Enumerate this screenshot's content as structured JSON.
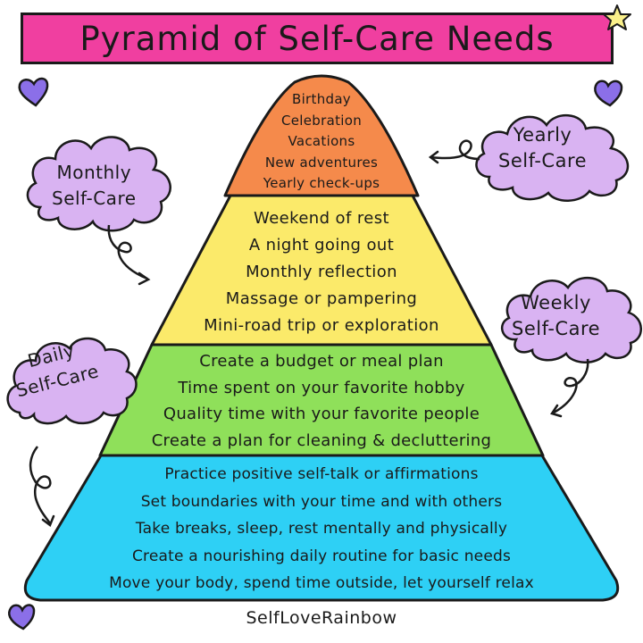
{
  "title": "Pyramid of Self-Care Needs",
  "colors": {
    "banner": "#f03fa0",
    "yearly_tier": "#f58a4b",
    "monthly_tier": "#fbea6a",
    "weekly_tier": "#8fe05a",
    "daily_tier": "#2ed0f5",
    "cloud": "#d9b3f2",
    "heart": "#8b6fe8",
    "star": "#faf08a",
    "outline": "#1a1a1a"
  },
  "tiers": [
    {
      "name": "Yearly",
      "items": [
        "Birthday",
        "Celebration",
        "Vacations",
        "New adventures",
        "Yearly check-ups"
      ]
    },
    {
      "name": "Monthly",
      "items": [
        "Weekend of rest",
        "A night going out",
        "Monthly reflection",
        "Massage or pampering",
        "Mini-road trip or exploration"
      ]
    },
    {
      "name": "Weekly",
      "items": [
        "Create a budget or meal plan",
        "Time spent on your favorite hobby",
        "Quality time with your favorite people",
        "Create a plan for cleaning & decluttering"
      ]
    },
    {
      "name": "Daily",
      "items": [
        "Practice positive self-talk or affirmations",
        "Set boundaries with your time and with others",
        "Take breaks, sleep, rest mentally and physically",
        "Create a nourishing daily routine for basic needs",
        "Move your body, spend time outside, let yourself relax"
      ]
    }
  ],
  "clouds": {
    "yearly": {
      "line1": "Yearly",
      "line2": "Self-Care"
    },
    "monthly": {
      "line1": "Monthly",
      "line2": "Self-Care"
    },
    "weekly": {
      "line1": "Weekly",
      "line2": "Self-Care"
    },
    "daily": {
      "line1": "Daily",
      "line2": "Self-Care"
    }
  },
  "decorations": {
    "icons": [
      "heart-icon",
      "heart-icon",
      "heart-icon",
      "star-icon"
    ]
  },
  "credit": "SelfLoveRainbow"
}
